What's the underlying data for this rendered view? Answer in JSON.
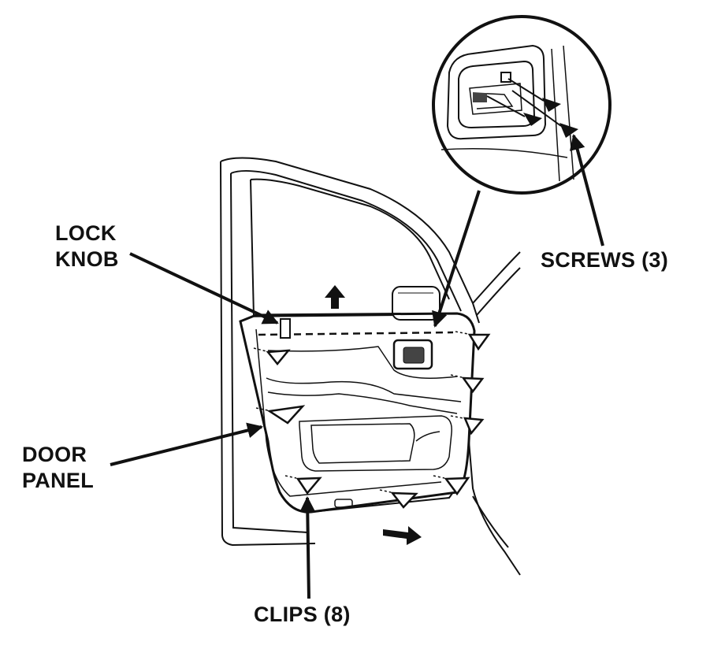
{
  "labels": {
    "lock_knob_line1": "LOCK",
    "lock_knob_line2": "KNOB",
    "door_panel_line1": "DOOR",
    "door_panel_line2": "PANEL",
    "screws": "SCREWS (3)",
    "clips": "CLIPS (8)"
  },
  "colors": {
    "ink": "#111111",
    "background": "#ffffff",
    "detail": "#444444"
  },
  "icons": [
    "up-arrow-icon",
    "out-arrow-icon",
    "clip-marker-icon",
    "screw-marker-icon"
  ]
}
